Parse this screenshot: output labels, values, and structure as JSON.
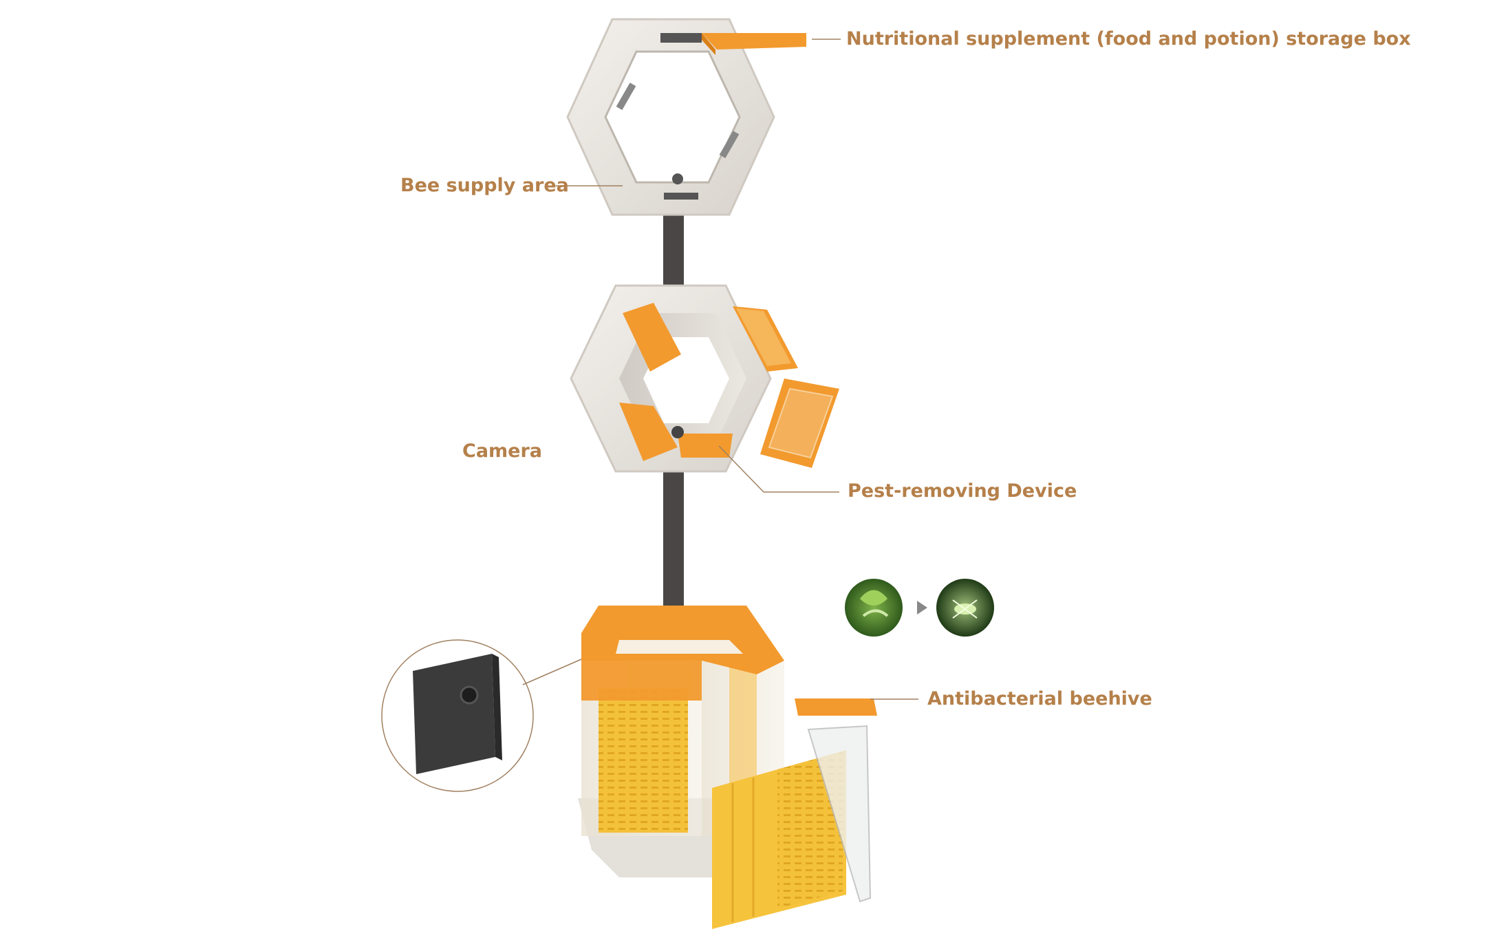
{
  "labels": {
    "storage_box": "Nutritional supplement (food and potion) storage box",
    "bee_supply_area": "Bee supply area",
    "camera": "Camera",
    "pest_removing_device": "Pest-removing Device",
    "antibacterial_beehive": "Antibacterial beehive"
  },
  "colors": {
    "label": "#b5804a",
    "leader_line": "#a08060",
    "orange": "#f29a2e",
    "shell": "#ebe7e1",
    "pole": "#4a4646",
    "camera_body": "#3b3b3b",
    "yellow_panel": "#f6c33c"
  }
}
